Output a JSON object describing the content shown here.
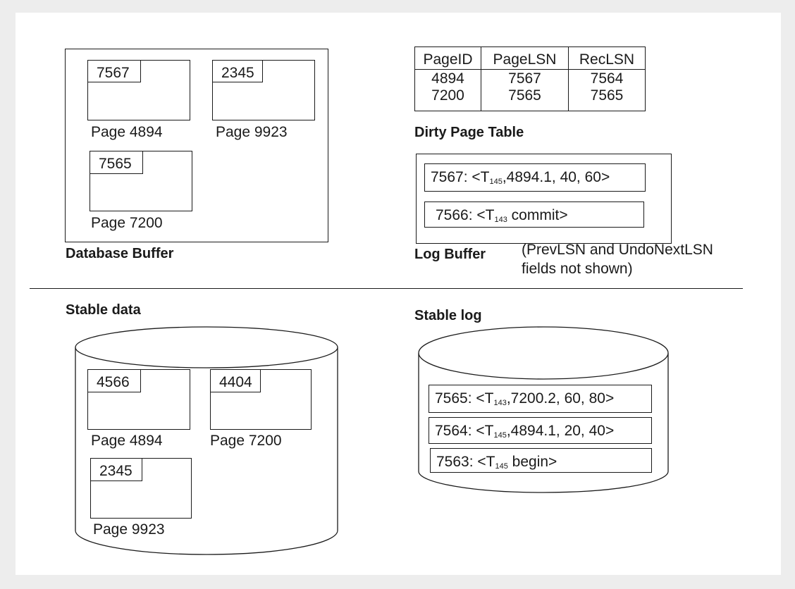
{
  "database_buffer": {
    "title": "Database Buffer",
    "pages": [
      {
        "lsn": "7567",
        "label": "Page 4894"
      },
      {
        "lsn": "2345",
        "label": "Page 9923"
      },
      {
        "lsn": "7565",
        "label": "Page 7200"
      }
    ]
  },
  "dirty_page_table": {
    "title": "Dirty Page Table",
    "headers": [
      "PageID",
      "PageLSN",
      "RecLSN"
    ],
    "rows": [
      [
        "4894",
        "7567",
        "7564"
      ],
      [
        "7200",
        "7565",
        "7565"
      ]
    ]
  },
  "log_buffer": {
    "title": "Log Buffer",
    "note_line1": "(PrevLSN and UndoNextLSN",
    "note_line2": "fields not shown)",
    "records": [
      {
        "prefix": "7567: <T",
        "sub": "145",
        "suffix": ",4894.1, 40, 60>"
      },
      {
        "prefix": "7566: <T",
        "sub": "143",
        "suffix": " commit>"
      }
    ]
  },
  "stable_data": {
    "title": "Stable data",
    "pages": [
      {
        "lsn": "4566",
        "label": "Page 4894"
      },
      {
        "lsn": "4404",
        "label": "Page 7200"
      },
      {
        "lsn": "2345",
        "label": "Page 9923"
      }
    ]
  },
  "stable_log": {
    "title": "Stable log",
    "records": [
      {
        "prefix": "7565: <T",
        "sub": "143",
        "suffix": ",7200.2, 60, 80>"
      },
      {
        "prefix": "7564: <T",
        "sub": "145",
        "suffix": ",4894.1, 20, 40>"
      },
      {
        "prefix": "7563: <T",
        "sub": "145",
        "suffix": " begin>"
      }
    ]
  }
}
